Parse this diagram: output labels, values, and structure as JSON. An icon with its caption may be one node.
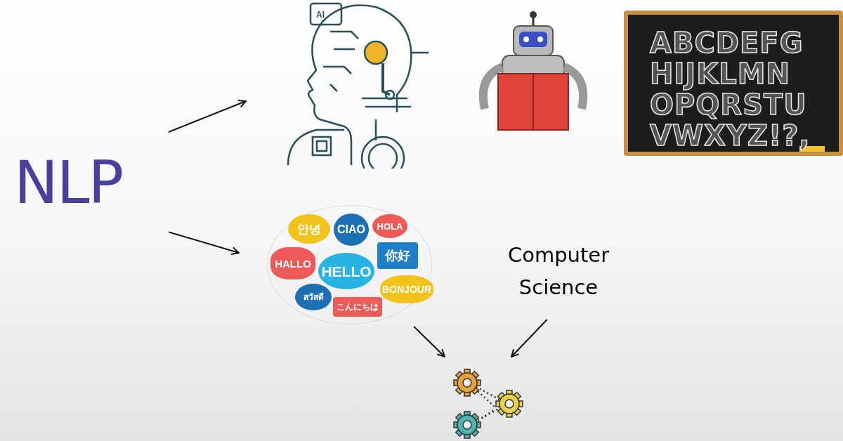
{
  "diagram": {
    "nodes": [
      {
        "text": [
          "NLP"
        ]
      },
      {
        "text": [],
        "shape": "picture"
      },
      {
        "text": [],
        "shape": "circle"
      },
      {
        "text": [
          "안녕"
        ],
        "in": 2
      },
      {
        "text": [
          "CIAO"
        ],
        "in": 2
      },
      {
        "text": [
          "HOLA"
        ],
        "in": 2
      },
      {
        "text": [
          "你好"
        ],
        "in": 2
      },
      {
        "text": [
          "HALLO"
        ],
        "in": 2
      },
      {
        "text": [
          "HELLO"
        ],
        "in": 2
      },
      {
        "text": [
          "BONJOUR"
        ],
        "in": 2
      },
      {
        "text": [
          "สวัสดี"
        ],
        "in": 2
      },
      {
        "text": [
          "こんにちは"
        ],
        "in": 2
      },
      {
        "text": [
          "Computer Science"
        ]
      },
      {
        "text": [],
        "shape": "picture"
      }
    ],
    "edges": [
      {
        "from": 0,
        "to": 1,
        "arrow": "to"
      },
      {
        "from": 0,
        "to": 2,
        "arrow": "to"
      },
      {
        "from": 2,
        "to": 13,
        "arrow": "to"
      },
      {
        "from": 12,
        "to": 13,
        "arrow": "to"
      }
    ],
    "labels": [
      "AI",
      "ABCDEFG",
      "HIJKLMN",
      "OPQRSTU",
      "VWXYZ!?,"
    ]
  }
}
